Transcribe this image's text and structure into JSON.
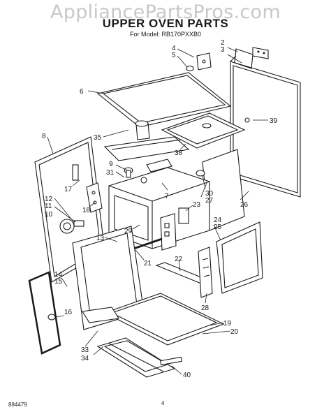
{
  "watermark": "AppliancePartsPros.com",
  "title": "UPPER OVEN PARTS",
  "subtitle": "For Model: RB170PXXB0",
  "footer_code": "884479",
  "page_number": "4",
  "callouts": {
    "c1": "1",
    "c2": "2",
    "c3": "3",
    "c4": "4",
    "c5": "5",
    "c6": "6",
    "c7": "7",
    "c8": "8",
    "c9": "9",
    "c10": "10",
    "c11": "11",
    "c12": "12",
    "c13": "13",
    "c14": "14",
    "c15": "15",
    "c16": "16",
    "c17": "17",
    "c18": "18",
    "c19": "19",
    "c20": "20",
    "c21": "21",
    "c22": "22",
    "c23": "23",
    "c24": "24",
    "c25": "25",
    "c26": "26",
    "c27": "27",
    "c28": "28",
    "c29": "29",
    "c30": "30",
    "c31": "31",
    "c33": "33",
    "c34": "34",
    "c35": "35",
    "c38": "38",
    "c39": "39",
    "c40": "40"
  }
}
